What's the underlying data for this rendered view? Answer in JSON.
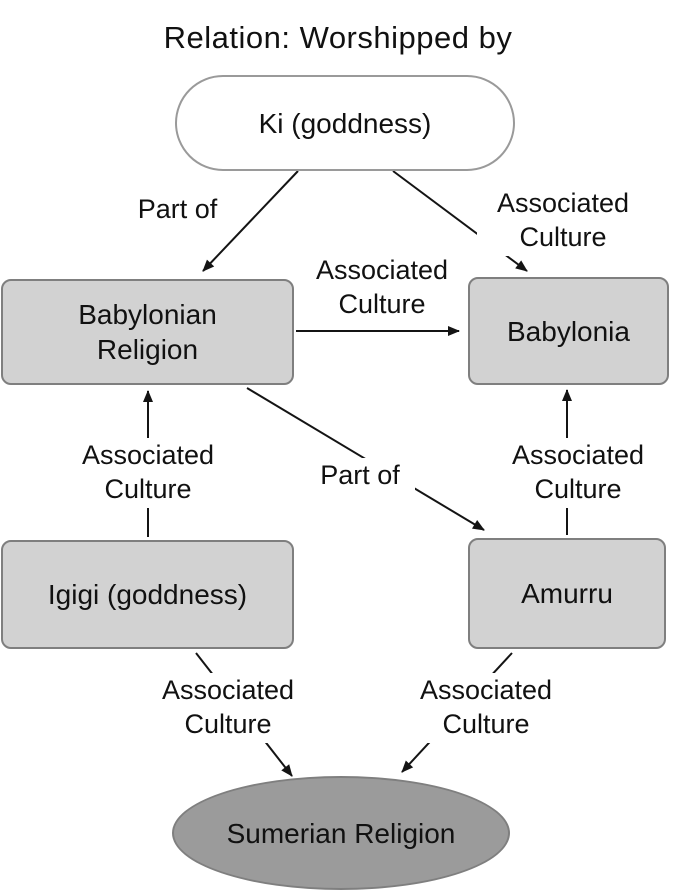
{
  "title": "Relation: Worshipped by",
  "colors": {
    "background": "#ffffff",
    "rect_fill": "#d2d2d2",
    "rect_border": "#7f7f7f",
    "pill_fill": "#ffffff",
    "pill_border": "#9a9a9a",
    "ellipse_fill": "#9b9b9b",
    "edge_stroke": "#141414",
    "text": "#111111"
  },
  "nodes": {
    "ki": {
      "label": "Ki (goddness)",
      "shape": "pill"
    },
    "babylonian_religion": {
      "label": "Babylonian Religion",
      "shape": "rect"
    },
    "babylonia": {
      "label": "Babylonia",
      "shape": "rect"
    },
    "igigi": {
      "label": "Igigi (goddness)",
      "shape": "rect"
    },
    "amurru": {
      "label": "Amurru",
      "shape": "rect"
    },
    "sumerian_religion": {
      "label": "Sumerian Religion",
      "shape": "ellipse"
    }
  },
  "edges": [
    {
      "from": "ki",
      "to": "babylonian_religion",
      "label": "Part of"
    },
    {
      "from": "ki",
      "to": "babylonia",
      "label": "Associated Culture"
    },
    {
      "from": "babylonian_religion",
      "to": "babylonia",
      "label": "Associated Culture"
    },
    {
      "from": "igigi",
      "to": "babylonian_religion",
      "label": "Associated Culture"
    },
    {
      "from": "babylonian_religion",
      "to": "amurru",
      "label": "Part of"
    },
    {
      "from": "amurru",
      "to": "babylonia",
      "label": "Associated Culture"
    },
    {
      "from": "igigi",
      "to": "sumerian_religion",
      "label": "Associated Culture"
    },
    {
      "from": "amurru",
      "to": "sumerian_religion",
      "label": "Associated Culture"
    }
  ]
}
